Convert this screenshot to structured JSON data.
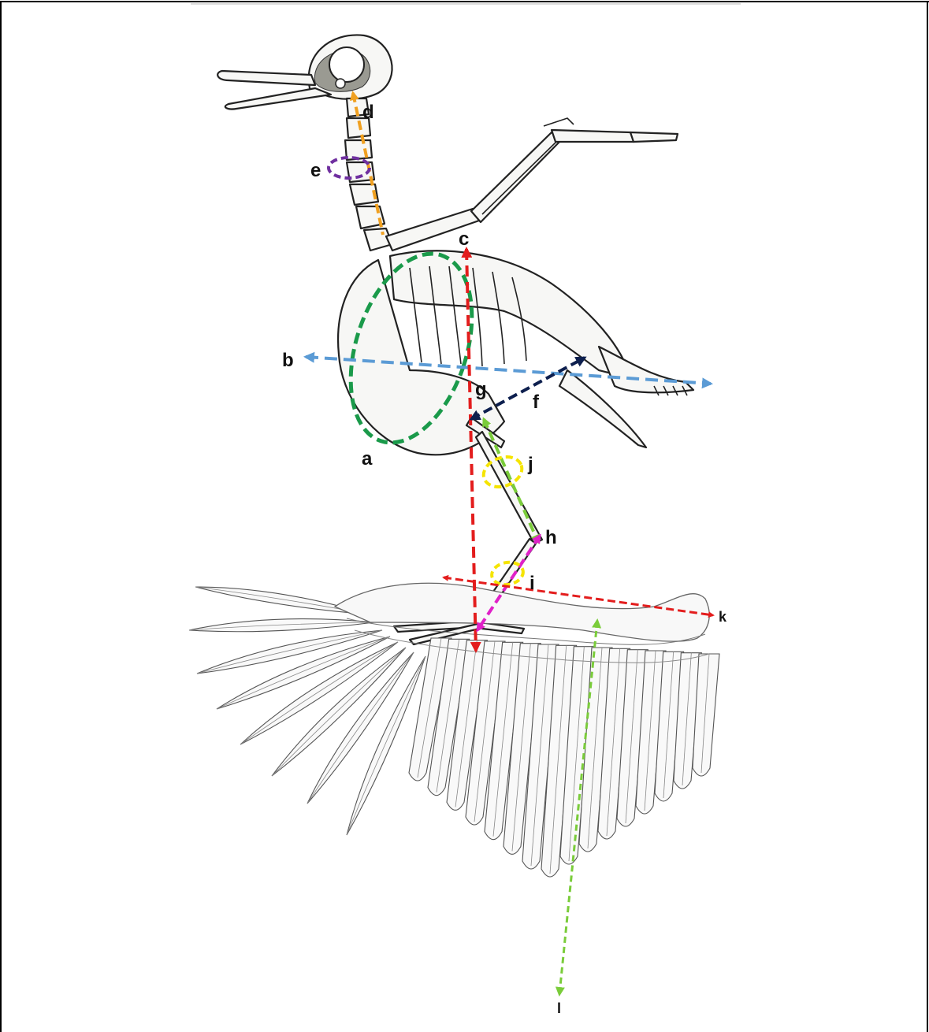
{
  "colors": {
    "a": "#1a9a4a",
    "b": "#5b9bd5",
    "c": "#e31d1d",
    "d": "#f0a020",
    "e": "#7030a0",
    "f": "#0d1f4e",
    "g": "#7acc3a",
    "h": "#7acc3a",
    "i": "#f5e400",
    "j": "#f5e400",
    "h_segment": "#e020c8",
    "k": "#e31d1d",
    "l": "#7acc3a"
  },
  "labels": {
    "a": "a",
    "b": "b",
    "c": "c",
    "d": "d",
    "e": "e",
    "f": "f",
    "g": "g",
    "h": "h",
    "i": "i",
    "j": "j",
    "k": "k",
    "l": "l"
  },
  "icons": [
    "bird-skeleton-illustration",
    "wing-feather-illustration"
  ]
}
